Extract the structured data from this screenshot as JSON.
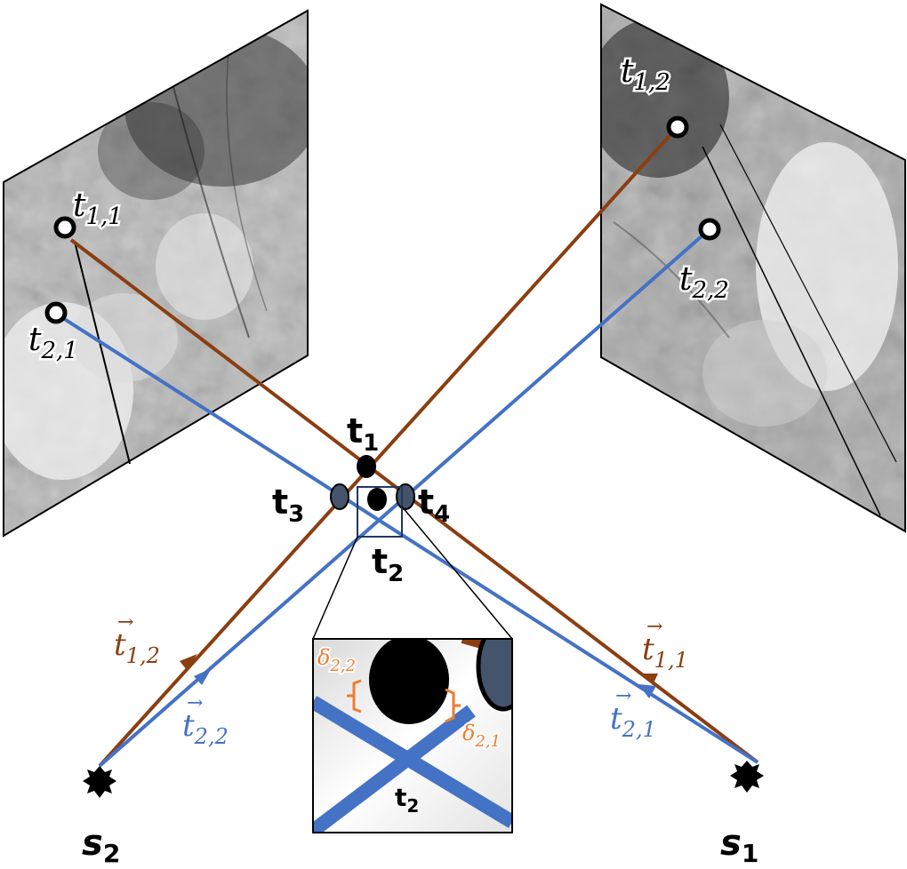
{
  "colors": {
    "brown": "#8B3E11",
    "blue": "#4472C4",
    "orange": "#ED7D31",
    "point_fill": "#000000",
    "side_point_fill": "#44546A",
    "inset_frame": "#1F3864"
  },
  "left_panel": {
    "label_t11": {
      "base": "t",
      "sub": "1,1"
    },
    "label_t21": {
      "base": "t",
      "sub": "2,1"
    }
  },
  "right_panel": {
    "label_t12": {
      "base": "t",
      "sub": "1,2"
    },
    "label_t22": {
      "base": "t",
      "sub": "2,2"
    }
  },
  "center": {
    "t1": {
      "base": "t",
      "sub": "1"
    },
    "t2": {
      "base": "t",
      "sub": "2"
    },
    "t3": {
      "base": "t",
      "sub": "3"
    },
    "t4": {
      "base": "t",
      "sub": "4"
    }
  },
  "rays": {
    "t12": {
      "base": "t",
      "sub": "1,2",
      "arrow": "→"
    },
    "t22": {
      "base": "t",
      "sub": "2,2",
      "arrow": "→"
    },
    "t11": {
      "base": "t",
      "sub": "1,1",
      "arrow": "→"
    },
    "t21": {
      "base": "t",
      "sub": "2,1",
      "arrow": "→"
    }
  },
  "sources": {
    "s2": {
      "base": "s",
      "sub": "2"
    },
    "s1": {
      "base": "s",
      "sub": "1"
    }
  },
  "inset": {
    "d22": {
      "base": "δ",
      "sub": "2,2"
    },
    "d21": {
      "base": "δ",
      "sub": "2,1"
    },
    "t2": {
      "base": "t",
      "sub": "2"
    }
  }
}
